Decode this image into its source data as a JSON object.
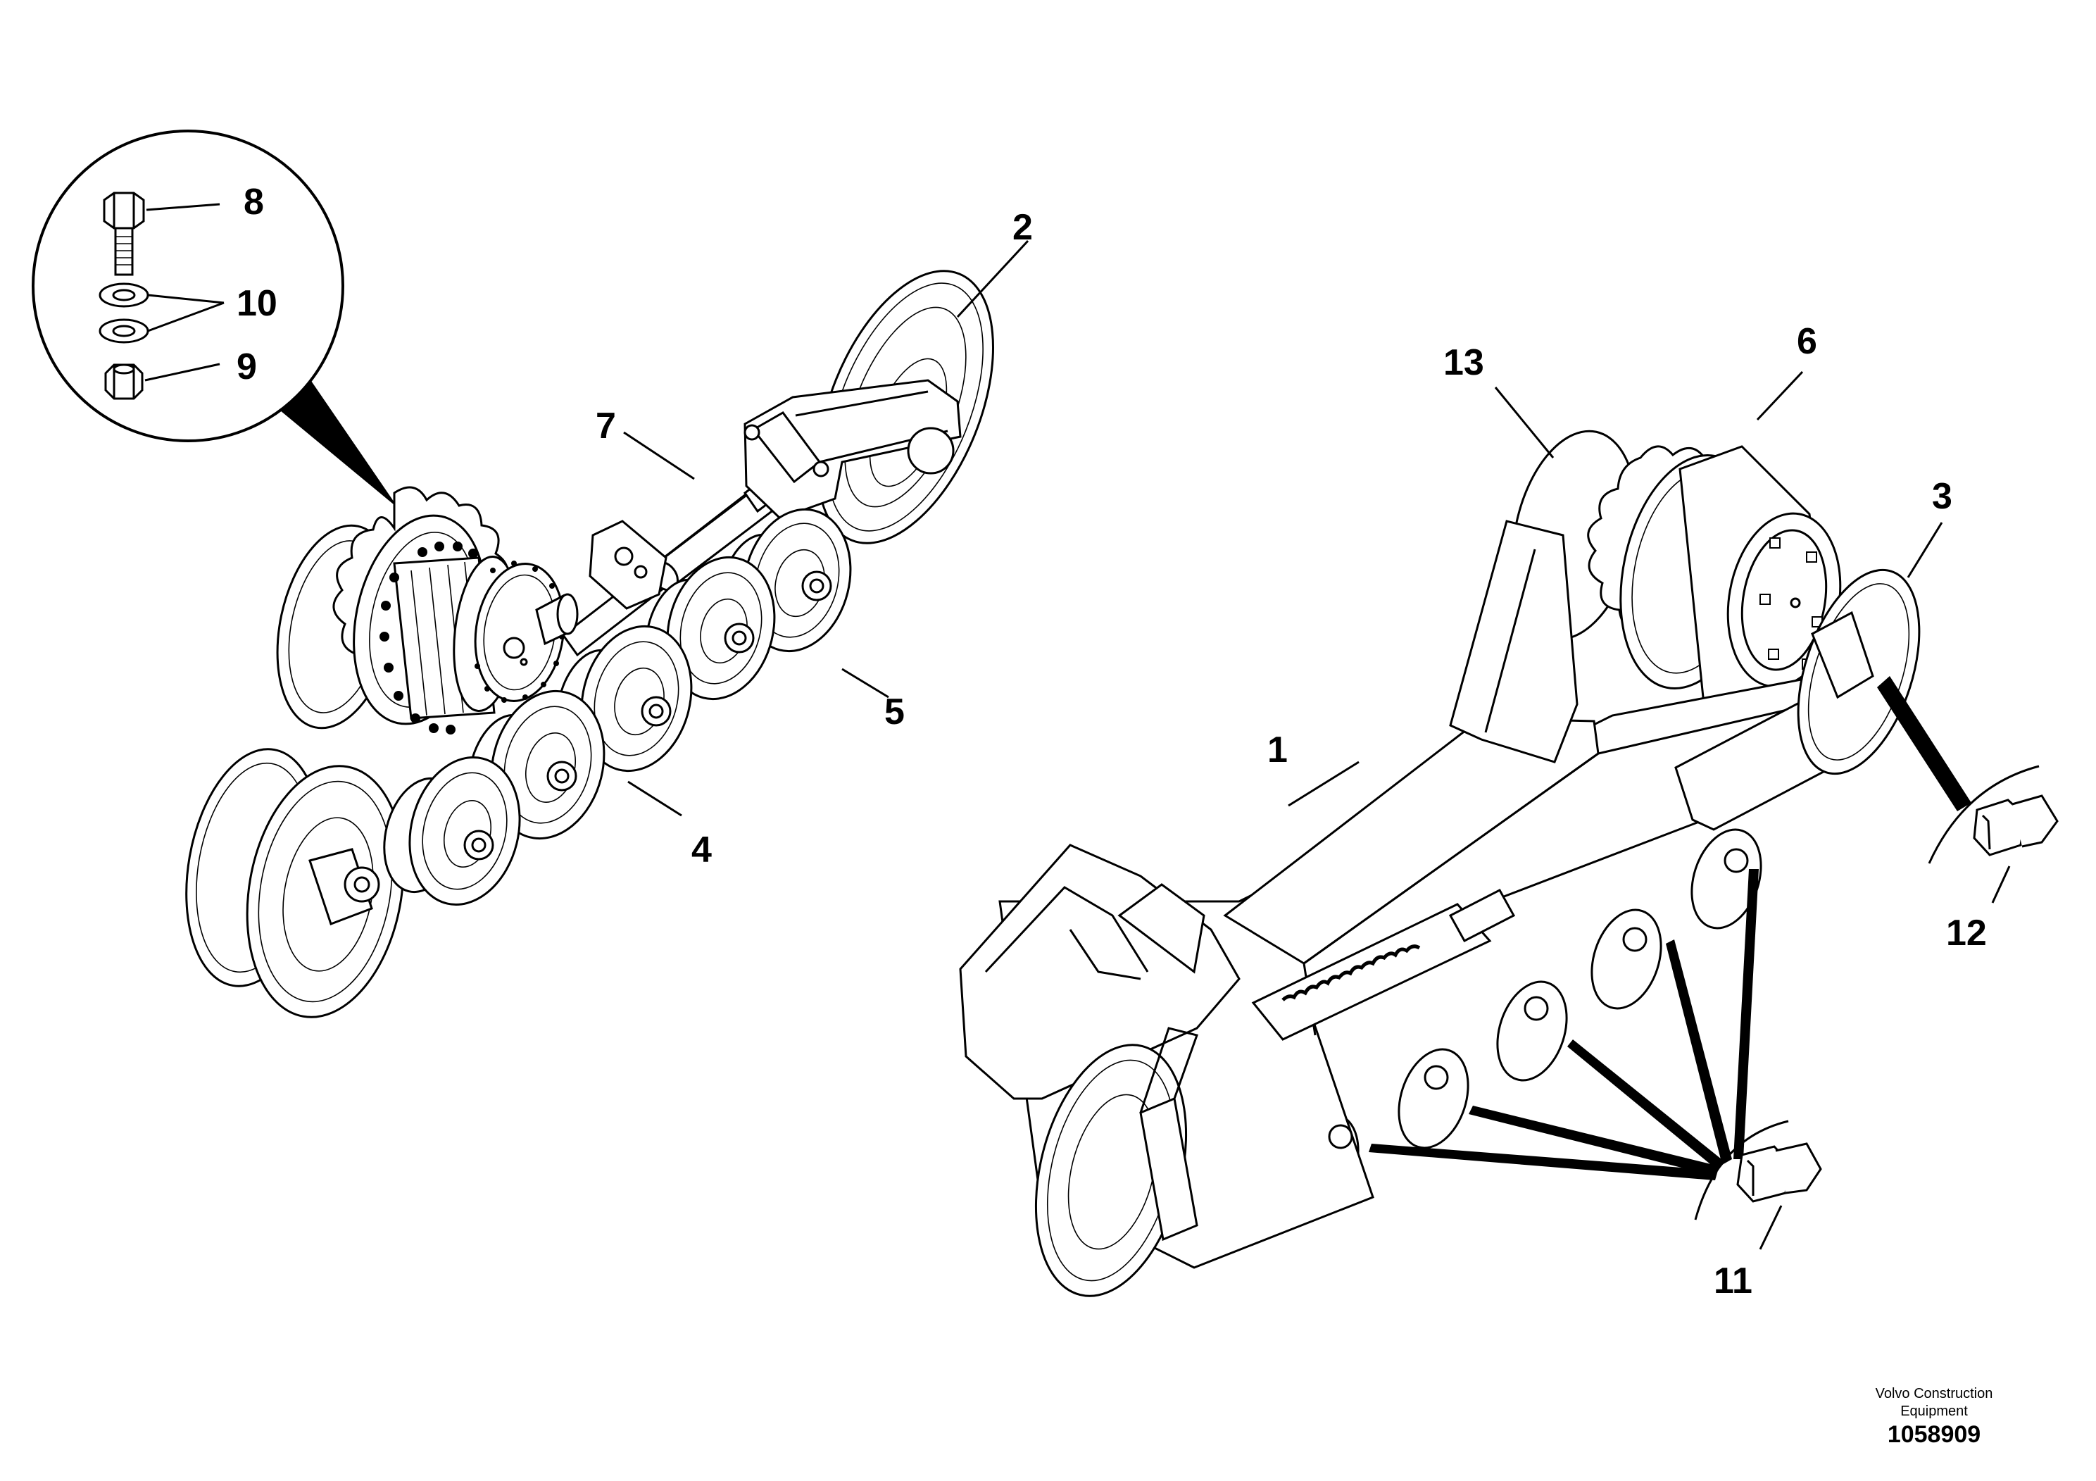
{
  "callouts": {
    "c1": "1",
    "c2": "2",
    "c3": "3",
    "c4": "4",
    "c5": "5",
    "c6": "6",
    "c7": "7",
    "c8": "8",
    "c9": "9",
    "c10": "10",
    "c11": "11",
    "c12": "12",
    "c13": "13"
  },
  "footer": {
    "credit_line1": "Volvo Construction",
    "credit_line2": "Equipment",
    "drawing_number": "1058909"
  },
  "colors": {
    "ink": "#000000",
    "paper": "#ffffff"
  }
}
